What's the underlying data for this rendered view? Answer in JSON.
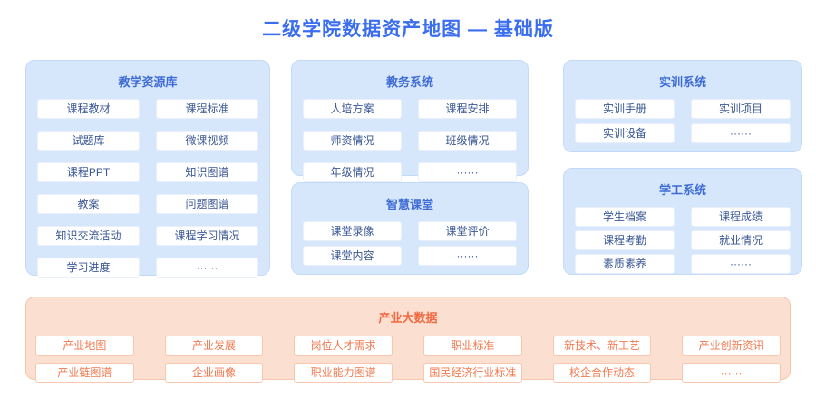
{
  "page_title": "二级学院数据资产地图 — 基础版",
  "colors": {
    "title_blue": "#3a6df0",
    "panel_blue_bg": "#d7e7fb",
    "panel_blue_border": "#c3daf7",
    "panel_blue_title": "#3e6cd4",
    "chip_blue_text": "#3a5795",
    "panel_orange_bg": "#fbdfd1",
    "panel_orange_border": "#f6c6ad",
    "panel_orange_title": "#f2693f",
    "chip_orange_text": "#f0794f",
    "chip_orange_border": "#f8c7ae"
  },
  "panels": [
    {
      "id": "teaching-resources",
      "title": "教学资源库",
      "items": [
        "课程教材",
        "课程标准",
        "试题库",
        "微课视频",
        "课程PPT",
        "知识图谱",
        "教案",
        "问题图谱",
        "知识交流活动",
        "课程学习情况",
        "学习进度",
        "······"
      ]
    },
    {
      "id": "academic-affairs",
      "title": "教务系统",
      "items": [
        "人培方案",
        "课程安排",
        "师资情况",
        "班级情况",
        "年级情况",
        "······"
      ]
    },
    {
      "id": "smart-classroom",
      "title": "智慧课堂",
      "items": [
        "课堂录像",
        "课堂评价",
        "课堂内容",
        "······"
      ]
    },
    {
      "id": "practical-training",
      "title": "实训系统",
      "items": [
        "实训手册",
        "实训项目",
        "实训设备",
        "······"
      ]
    },
    {
      "id": "student-affairs",
      "title": "学工系统",
      "items": [
        "学生档案",
        "课程成绩",
        "课程考勤",
        "就业情况",
        "素质素养",
        "······"
      ]
    },
    {
      "id": "industry-bigdata",
      "title": "产业大数据",
      "items": [
        "产业地图",
        "产业发展",
        "岗位人才需求",
        "职业标准",
        "新技术、新工艺",
        "产业创新资讯",
        "产业链图谱",
        "企业画像",
        "职业能力图谱",
        "国民经济行业标准",
        "校企合作动态",
        "······"
      ]
    }
  ]
}
